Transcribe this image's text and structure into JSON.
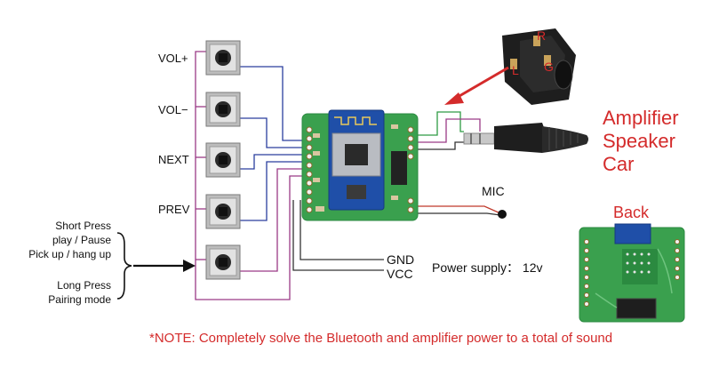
{
  "buttons": {
    "vol_plus": "VOL+",
    "vol_minus": "VOL−",
    "next": "NEXT",
    "prev": "PREV"
  },
  "press_notes": {
    "short_press": "Short Press",
    "play_pause": "play / Pause",
    "pick_up": "Pick up / hang up",
    "long_press": "Long Press",
    "pairing": "Pairing mode"
  },
  "jack": {
    "r": "R",
    "l": "L",
    "g": "G"
  },
  "output": {
    "line1": "Amplifier",
    "line2": "Speaker",
    "line3": "Car"
  },
  "mic_label": "MIC",
  "back_label": "Back",
  "power": {
    "gnd": "GND",
    "vcc": "VCC",
    "supply": "Power supply： 12v"
  },
  "note": "*NOTE: Completely solve the Bluetooth and amplifier power to a total of sound",
  "colors": {
    "pcb": "#3aa04e",
    "pcb_dark": "#2b8a40",
    "bt_module": "#1f4fa8",
    "accent_red": "#d42b2b",
    "wire_blue": "#2a3f9e",
    "wire_purple": "#9a3a86",
    "wire_green": "#2e9b43",
    "wire_dark": "#333333"
  }
}
